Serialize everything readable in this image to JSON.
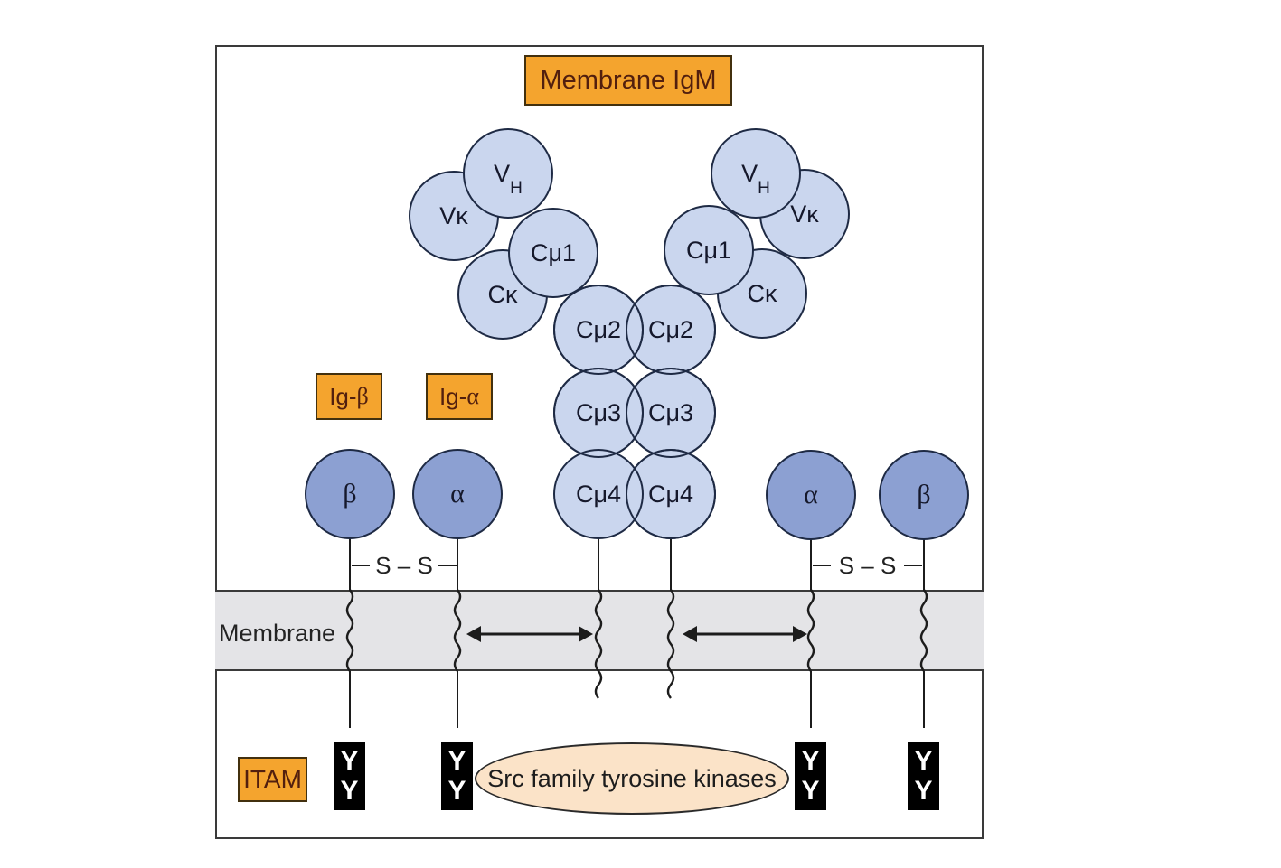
{
  "figure": {
    "title": "Membrane IgM",
    "membrane_label": "Membrane",
    "itam_label": "ITAM",
    "ig_beta": {
      "prefix": "Ig-",
      "greek": "β"
    },
    "ig_alpha": {
      "prefix": "Ig-",
      "greek": "α"
    },
    "src_kinases": "Src family tyrosine kinases",
    "disulfide_left": "S – S",
    "disulfide_right": "S – S",
    "tyrosine": {
      "top": "Y",
      "bottom": "Y"
    },
    "domains": {
      "vh_left": {
        "main": "V",
        "sub": "H"
      },
      "vk_left": {
        "main": "Vκ",
        "sub": ""
      },
      "cmu1_left": {
        "main": "Cμ1",
        "sub": ""
      },
      "ck_left": {
        "main": "Cκ",
        "sub": ""
      },
      "vh_right": {
        "main": "V",
        "sub": "H"
      },
      "vk_right": {
        "main": "Vκ",
        "sub": ""
      },
      "cmu1_right": {
        "main": "Cμ1",
        "sub": ""
      },
      "ck_right": {
        "main": "Cκ",
        "sub": ""
      },
      "cmu2_left": {
        "main": "Cμ2",
        "sub": ""
      },
      "cmu2_right": {
        "main": "Cμ2",
        "sub": ""
      },
      "cmu3_left": {
        "main": "Cμ3",
        "sub": ""
      },
      "cmu3_right": {
        "main": "Cμ3",
        "sub": ""
      },
      "cmu4_left": {
        "main": "Cμ4",
        "sub": ""
      },
      "cmu4_right": {
        "main": "Cμ4",
        "sub": ""
      },
      "beta_left": {
        "main": "β",
        "sub": ""
      },
      "alpha_left": {
        "main": "α",
        "sub": ""
      },
      "alpha_right": {
        "main": "α",
        "sub": ""
      },
      "beta_right": {
        "main": "β",
        "sub": ""
      }
    },
    "colors": {
      "accent-orange": "#f4a42e",
      "domain-light": "#cad6ee",
      "domain-dark": "#8ca0d2",
      "domain-outline": "#1e2a44",
      "membrane-gray": "#e4e4e7",
      "kinase-peach": "#fbe3c8",
      "label-text": "#521f0e",
      "line": "#1c1c1c",
      "itam-black": "#000000"
    }
  }
}
